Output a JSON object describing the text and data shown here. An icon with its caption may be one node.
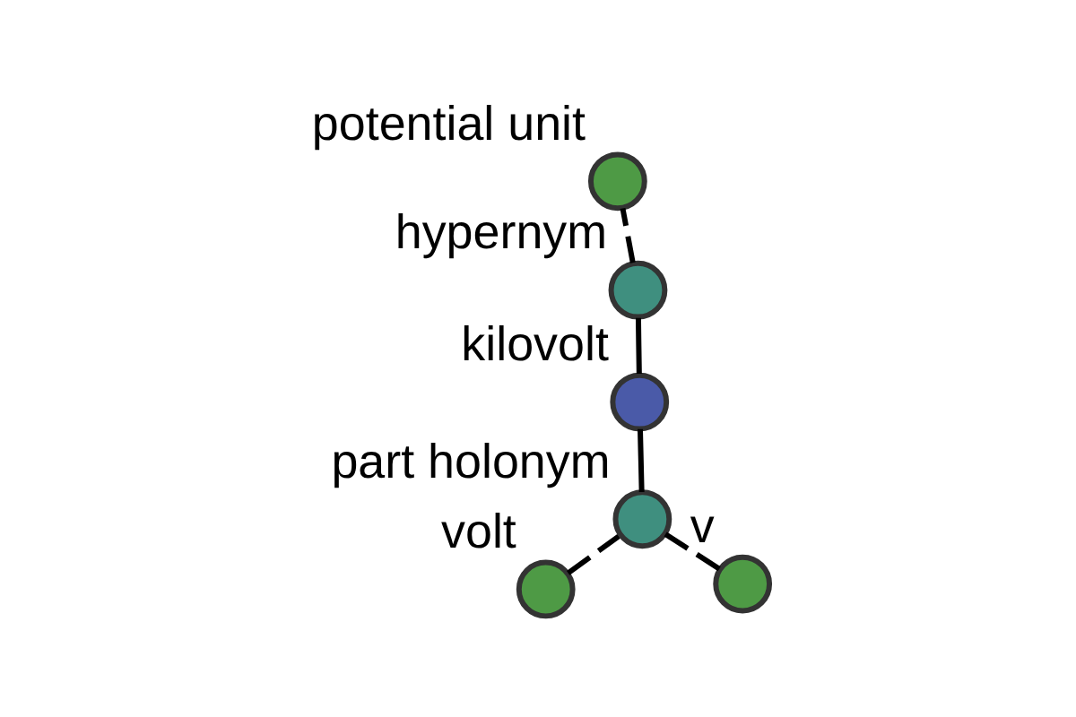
{
  "diagram": {
    "nodes": [
      {
        "text": [
          "volt"
        ]
      },
      {
        "text": [
          "v"
        ]
      },
      {
        "text": [
          "part holonym"
        ]
      },
      {
        "text": [
          "kilovolt"
        ]
      },
      {
        "text": [
          "hypernym"
        ]
      },
      {
        "text": [
          "potential unit"
        ]
      }
    ],
    "edges": [
      {
        "from": 0,
        "to": 2,
        "arrow": "none",
        "style": "dashed"
      },
      {
        "from": 1,
        "to": 2,
        "arrow": "none",
        "style": "dashed"
      },
      {
        "from": 2,
        "to": 3,
        "arrow": "none"
      },
      {
        "from": 3,
        "to": 4,
        "arrow": "none"
      },
      {
        "from": 4,
        "to": 5,
        "arrow": "none",
        "style": "dashed"
      }
    ]
  }
}
